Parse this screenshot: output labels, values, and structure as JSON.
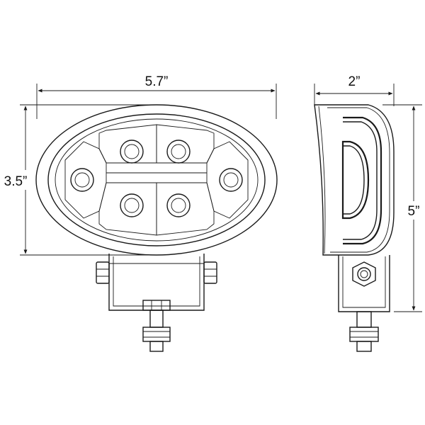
{
  "dimensions": {
    "width_front": "5.7”",
    "height_front": "3.5”",
    "depth_side": "2”",
    "height_side": "5”"
  },
  "colors": {
    "line": "#1a1a1a",
    "background": "#ffffff"
  }
}
